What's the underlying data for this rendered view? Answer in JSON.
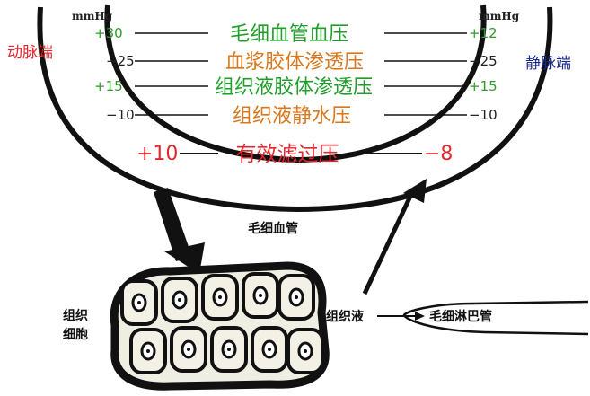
{
  "units": {
    "left": "mmHg",
    "right": "mmHg"
  },
  "ends": {
    "arterial": "动脉端",
    "venous": "静脉端"
  },
  "rows": [
    {
      "label": "毛细血管血压",
      "left": "+30",
      "right": "+12",
      "color": "#1f9e2a",
      "val_color": "#2e9a2a"
    },
    {
      "label": "血浆胶体渗透压",
      "left": "−25",
      "right": "−25",
      "color": "#d9771c",
      "val_color": "#222222"
    },
    {
      "label": "组织液胶体渗透压",
      "left": "+15",
      "right": "+15",
      "color": "#1f9e2a",
      "val_color": "#2e9a2a"
    },
    {
      "label": "组织液静水压",
      "left": "−10",
      "right": "−10",
      "color": "#d9771c",
      "val_color": "#222222"
    }
  ],
  "filtration": {
    "label": "有效滤过压",
    "left": "+10",
    "right": "−8",
    "color": "#e0282e"
  },
  "capillary_label": "毛细血管",
  "tissue_cells_label": "组织\n细胞",
  "tissue_fluid_label": "组织液",
  "lymph_label": "毛细淋巴管",
  "colors": {
    "ink": "#111111",
    "red": "#e0282e",
    "blue": "#1a2a8c"
  }
}
